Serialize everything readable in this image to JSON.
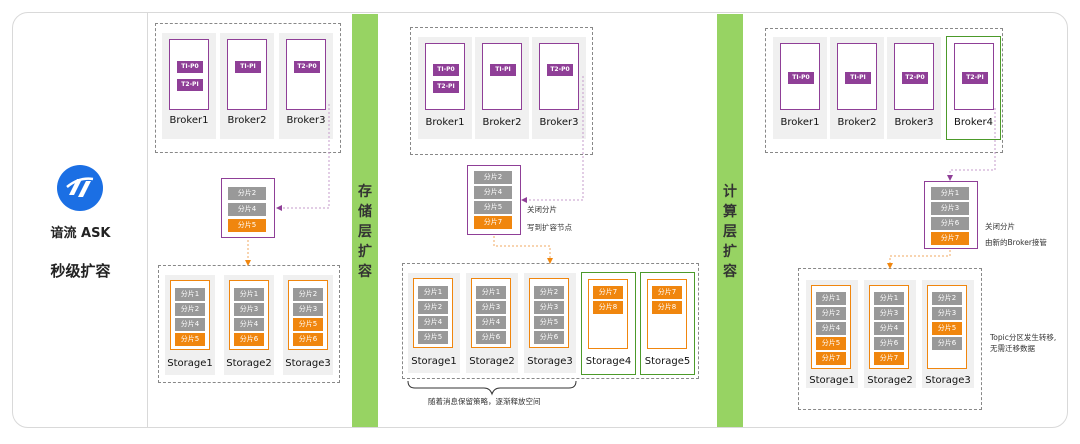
{
  "brand": {
    "name": "谙流 ASK",
    "title": "秒级扩容"
  },
  "strips": {
    "storage": "存储层扩容",
    "compute": "计算层扩容"
  },
  "p1": {
    "brokers": [
      {
        "label": "Broker1",
        "tags": [
          "TI-P0",
          "T2-PI"
        ]
      },
      {
        "label": "Broker2",
        "tags": [
          "TI-PI"
        ]
      },
      {
        "label": "Broker3",
        "tags": [
          "T2-P0"
        ]
      }
    ],
    "partitions": [
      "分片2",
      "分片4",
      "分片5"
    ],
    "storages": [
      {
        "label": "Storage1",
        "items": [
          "分片1",
          "分片2",
          "分片4",
          "分片5"
        ]
      },
      {
        "label": "Storage2",
        "items": [
          "分片1",
          "分片3",
          "分片4",
          "分片6"
        ]
      },
      {
        "label": "Storage3",
        "items": [
          "分片2",
          "分片3",
          "分片5",
          "分片6"
        ]
      }
    ]
  },
  "p2": {
    "brokers": [
      {
        "label": "Broker1",
        "tags": [
          "TI-P0",
          "T2-PI"
        ]
      },
      {
        "label": "Broker2",
        "tags": [
          "TI-PI"
        ]
      },
      {
        "label": "Broker3",
        "tags": [
          "T2-P0"
        ]
      }
    ],
    "partitions": [
      "分片2",
      "分片4",
      "分片5",
      "分片7"
    ],
    "note1": "关闭分片",
    "note2": "写到扩容节点",
    "storages": [
      {
        "label": "Storage1",
        "items": [
          "分片1",
          "分片2",
          "分片4",
          "分片5"
        ]
      },
      {
        "label": "Storage2",
        "items": [
          "分片1",
          "分片3",
          "分片4",
          "分片6"
        ]
      },
      {
        "label": "Storage3",
        "items": [
          "分片2",
          "分片3",
          "分片5",
          "分片6"
        ]
      },
      {
        "label": "Storage4",
        "items": [
          "分片7",
          "分片8"
        ]
      },
      {
        "label": "Storage5",
        "items": [
          "分片7",
          "分片8"
        ]
      }
    ],
    "bracket_note": "随着消息保留策略，逐渐释放空间"
  },
  "p3": {
    "brokers": [
      {
        "label": "Broker1",
        "tags": [
          "TI-P0"
        ]
      },
      {
        "label": "Broker2",
        "tags": [
          "TI-PI"
        ]
      },
      {
        "label": "Broker3",
        "tags": [
          "T2-P0"
        ]
      },
      {
        "label": "Broker4",
        "tags": [
          "T2-PI"
        ]
      }
    ],
    "partitions": [
      "分片1",
      "分片3",
      "分片6",
      "分片7"
    ],
    "note1": "关闭分片",
    "note2": "由新的Broker接管",
    "storages": [
      {
        "label": "Storage1",
        "items": [
          "分片1",
          "分片2",
          "分片4",
          "分片5",
          "分片7"
        ]
      },
      {
        "label": "Storage2",
        "items": [
          "分片1",
          "分片3",
          "分片4",
          "分片6",
          "分片7"
        ]
      },
      {
        "label": "Storage3",
        "items": [
          "分片2",
          "分片3",
          "分片5",
          "分片6"
        ]
      }
    ],
    "side_note1": "Topic分区发生转移,",
    "side_note2": "无需迁移数据"
  },
  "colors": {
    "purple": "#8f3f97",
    "orange": "#f0860e",
    "green": "#97d363",
    "grey": "#999999",
    "blue": "#1b6fe4"
  }
}
